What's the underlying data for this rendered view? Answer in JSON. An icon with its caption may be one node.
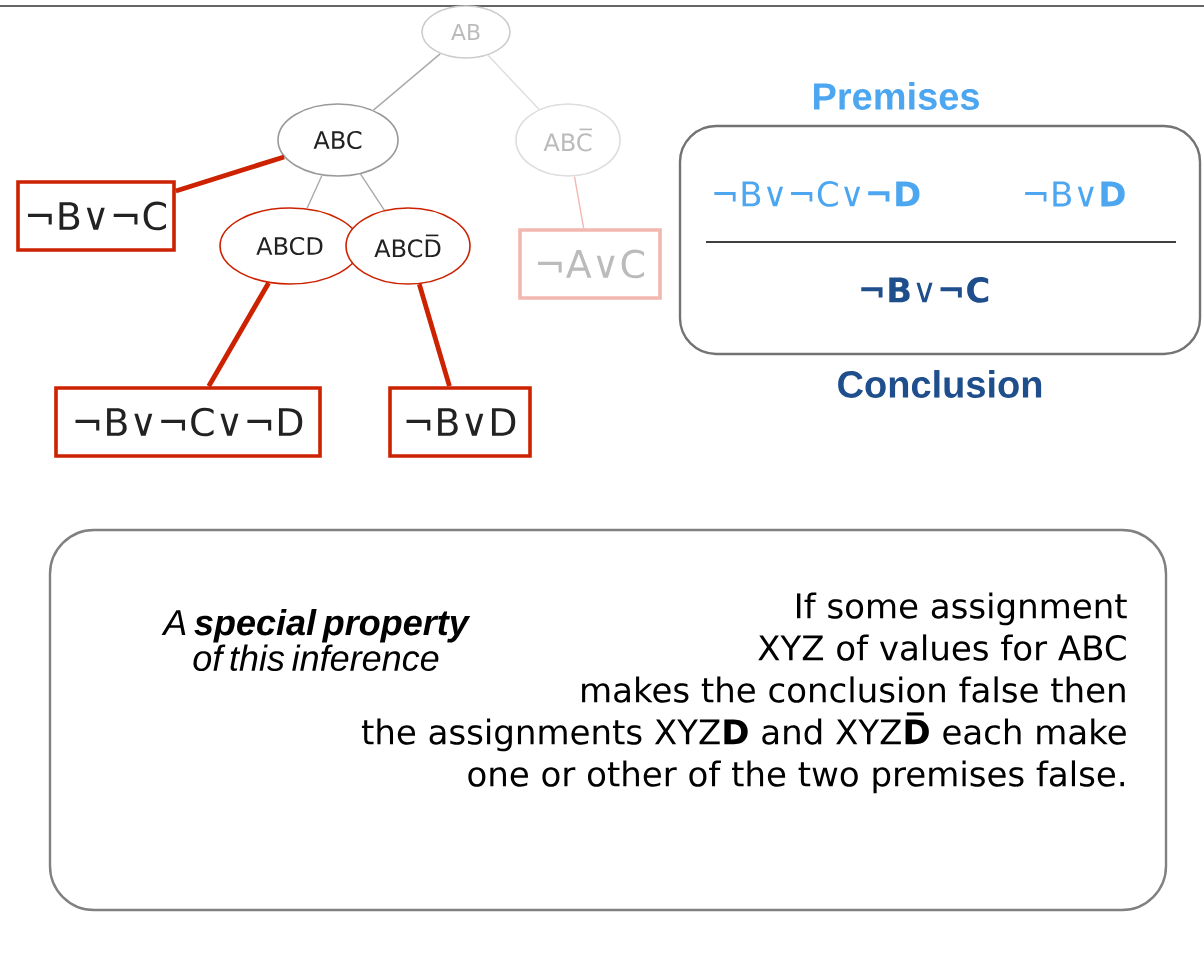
{
  "diagram": {
    "nodes": [
      {
        "text": [
          "AB"
        ]
      },
      {
        "text": [
          "ABC"
        ]
      },
      {
        "text": [
          "ABC̅"
        ]
      },
      {
        "text": [
          "¬B∨¬C"
        ]
      },
      {
        "text": [
          "ABCD"
        ]
      },
      {
        "text": [
          "ABCD̅"
        ]
      },
      {
        "text": [
          "¬A∨C"
        ]
      },
      {
        "text": [
          "¬B∨¬C∨¬D"
        ]
      },
      {
        "text": [
          "¬B∨D"
        ]
      },
      {
        "text": [
          "Premises",
          "¬B∨¬C∨**¬D**",
          "¬B∨**D**",
          "**¬B**∨**¬C**",
          "Conclusion"
        ]
      },
      {
        "text": [
          "A **special property** of this inference",
          "If some assignment XYZ of values for ABC makes the conclusion false then the assignments XYZ**D** and XYZ**D̅** each make one or other of the two premises false."
        ]
      }
    ],
    "edges": [
      {
        "from": 0,
        "to": 1,
        "arrow": "none",
        "color": "#aaaaaa"
      },
      {
        "from": 0,
        "to": 2,
        "arrow": "none",
        "color": "#dddddd"
      },
      {
        "from": 1,
        "to": 3,
        "arrow": "none",
        "style": "thick",
        "color": "#cc2200"
      },
      {
        "from": 1,
        "to": 4,
        "arrow": "none",
        "color": "#aaaaaa"
      },
      {
        "from": 1,
        "to": 5,
        "arrow": "none",
        "color": "#aaaaaa"
      },
      {
        "from": 2,
        "to": 6,
        "arrow": "none",
        "color": "#f2b8b0"
      },
      {
        "from": 4,
        "to": 7,
        "arrow": "none",
        "style": "thick",
        "color": "#cc2200"
      },
      {
        "from": 5,
        "to": 8,
        "arrow": "none",
        "style": "thick",
        "color": "#cc2200"
      }
    ]
  }
}
